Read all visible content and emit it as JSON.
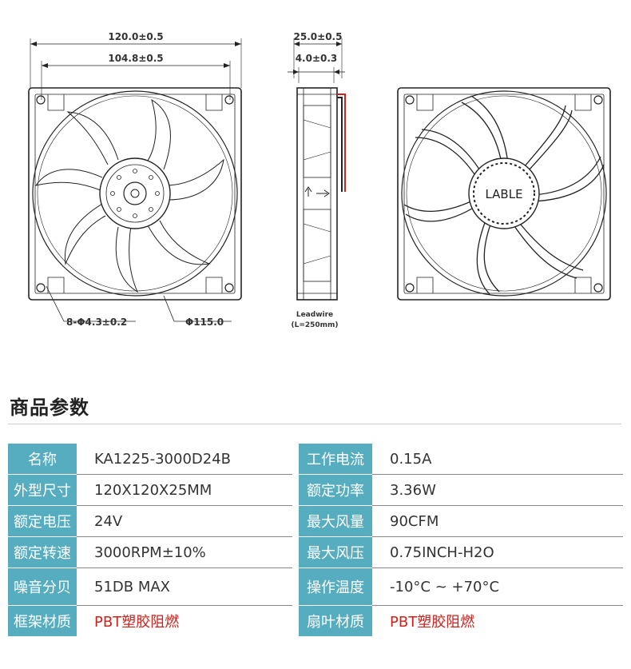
{
  "drawing": {
    "front": {
      "width_dim": "120.0±0.5",
      "hole_spacing_dim": "104.8±0.5",
      "hole_dim": "8-Φ4.3±0.2",
      "diameter_dim": "Φ115.0"
    },
    "side": {
      "depth_dim": "25.0±0.5",
      "flange_dim": "4.0±0.3",
      "leadwire_label": "Leadwire",
      "leadwire_length": "(L=250mm)"
    },
    "back": {
      "hub_label": "LABLE"
    }
  },
  "section_title": "商品参数",
  "specs": {
    "rows": [
      {
        "l1": "名称",
        "v1": "KA1225-3000D24B",
        "l2": "工作电流",
        "v2": "0.15A"
      },
      {
        "l1": "外型尺寸",
        "v1": "120X120X25MM",
        "l2": "额定功率",
        "v2": "3.36W"
      },
      {
        "l1": "额定电压",
        "v1": "24V",
        "l2": "最大风量",
        "v2": "90CFM"
      },
      {
        "l1": "额定转速",
        "v1": "3000RPM±10%",
        "l2": "最大风压",
        "v2": "0.75INCH-H2O"
      },
      {
        "l1": "噪音分贝",
        "v1": "51DB MAX",
        "l2": "操作温度",
        "v2": "-10°C ~ +70°C"
      },
      {
        "l1": "框架材质",
        "v1": "PBT塑胶阻燃",
        "l2": "扇叶材质",
        "v2": "PBT塑胶阻燃"
      }
    ]
  },
  "colors": {
    "label_bg": "#57adc0",
    "highlight_text": "#d0201a"
  }
}
